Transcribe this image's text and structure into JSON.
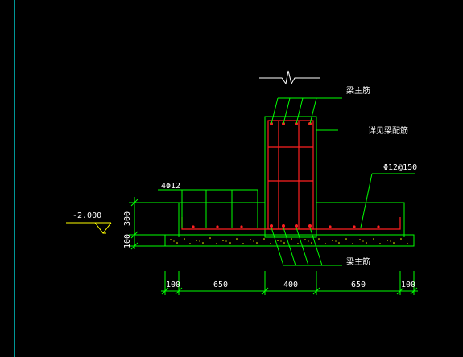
{
  "drawing": {
    "background": "#000000",
    "colors": {
      "outline": "#00ff00",
      "rebar": "#ff2020",
      "frame_line": "#00c8c8",
      "leader": "#00ff00",
      "dimension": "#00ff00",
      "text": "#ffffff",
      "concrete_dots": "#ffff00"
    },
    "labels": {
      "beam_main_top": "梁主筋",
      "detail_note": "详见梁配筋",
      "rebar_spacing": "Φ12@150",
      "longitudinal": "4Φ12",
      "beam_main_bottom": "梁主筋",
      "elevation": "-2.000"
    },
    "dimensions": {
      "horizontal": [
        "100",
        "650",
        "400",
        "650",
        "100"
      ],
      "vertical": [
        "300",
        "100"
      ]
    }
  }
}
